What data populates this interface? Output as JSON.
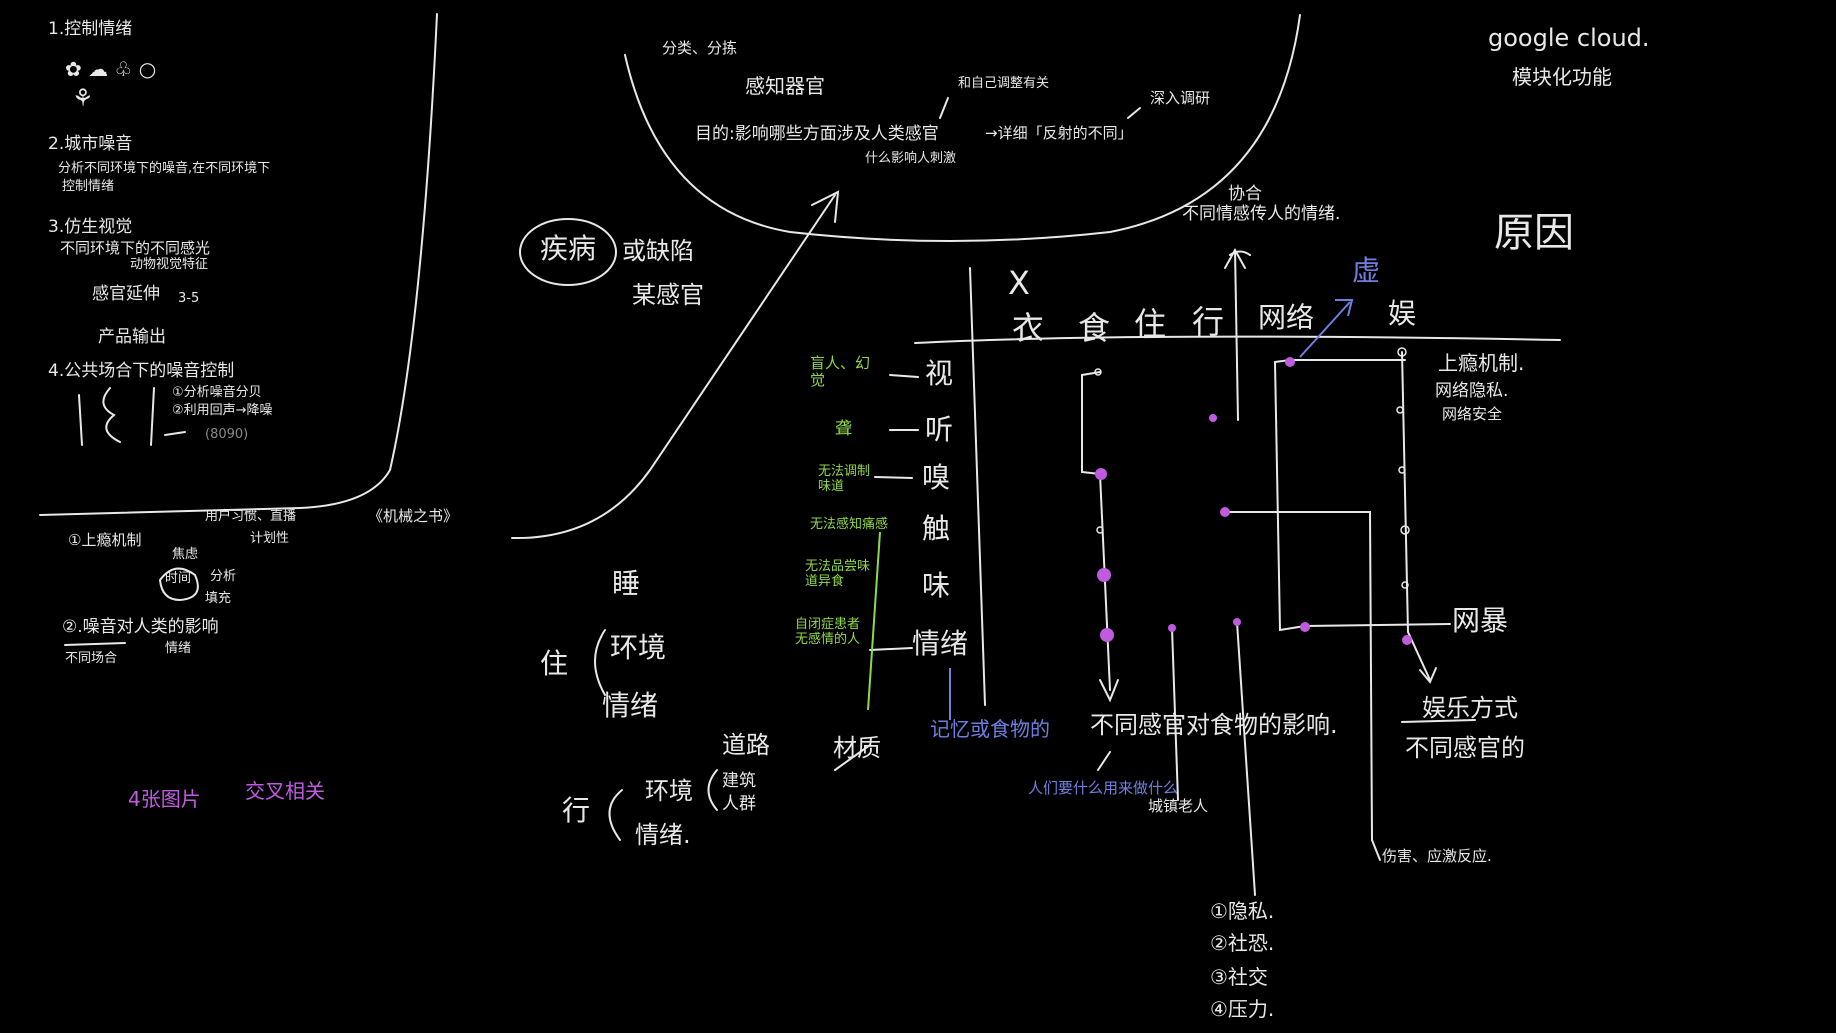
{
  "colors": {
    "background": "#000000",
    "chalk": "#e8e8e8",
    "green": "#8fd84a",
    "blue": "#6f7fe0",
    "purple": "#c05be0"
  },
  "left_panel": {
    "item1": "1.控制情绪",
    "item2": "2.城市噪音",
    "item2_desc_1": "分析不同环境下的噪音,在不同环境下",
    "item2_desc_2": "控制情绪",
    "item3": "3.仿生视觉",
    "item3_desc": "不同环境下的不同感光",
    "item3_sub": "动物视觉特征",
    "item3_delay": "感官延伸",
    "item3_delay_note": "3-5",
    "item3_output": "产品输出",
    "item4": "4.公共场合下的噪音控制",
    "item4_sub1": "①分析噪音分贝",
    "item4_sub2": "②利用回声→降噪",
    "item4_note": "(8090)"
  },
  "bottom_left": {
    "mech": "①上瘾机制",
    "user": "用户习惯、直播",
    "plan": "计划性",
    "anxiety": "焦虑",
    "time": "时间",
    "analyze": "分析",
    "fill": "填充",
    "noise_effect": "②.噪音对人类的影响",
    "diff": "不同场合",
    "emotion": "情绪",
    "book": "《机械之书》"
  },
  "top_arc": {
    "category": "分类、分拣",
    "organ": "感知器官",
    "purpose": "目的:影响哪些方面涉及人类感官",
    "deepen": "→详细「反射的不同」",
    "brain": "和自己调整有关",
    "research": "深入调研",
    "stimulus": "什么影响人刺激"
  },
  "cloud": {
    "line1": "google cloud.",
    "line2": "模块化功能"
  },
  "disease": {
    "circled": "疾病",
    "rest": "或缺陷",
    "line2": "某感官"
  },
  "senses": {
    "cooperate": "协合",
    "diff_spread": "不同情感传人的情绪.",
    "reason": "原因",
    "x_mark": "X",
    "header": [
      "衣",
      "食",
      "住",
      "行",
      "网络",
      "娱"
    ],
    "virtual": "虚",
    "list": [
      "视",
      "听",
      "嗅",
      "触",
      "味",
      "情绪"
    ],
    "green_notes": [
      "盲人、幻觉",
      "聋",
      "无法调制味道",
      "无法感知痛感",
      "无法品尝味道异食",
      "自闭症患者 无感情的人"
    ],
    "material": "材质",
    "mem": "记忆或食物的",
    "food_effect": "不同感官对食物的影响.",
    "what_people": "人们要什么用来做什么",
    "elderly": "城镇老人",
    "addiction": "上瘾机制.",
    "privacy": "网络隐私.",
    "security": "网络安全",
    "violence": "网暴",
    "ent_mode": "娱乐方式",
    "diff_organ": "不同感官的",
    "hurt": "伤害、应激反应.",
    "enum": [
      "①隐私.",
      "②社恐.",
      "③社交",
      "④压力."
    ]
  },
  "middle": {
    "sleep": "睡",
    "live": "住",
    "env": "环境",
    "mood": "情绪",
    "walk": "行",
    "road": "道路",
    "building": "建筑",
    "crowd": "人群",
    "env2": "环境",
    "mood2": "情绪."
  },
  "bottom_purple": {
    "pics": "4张图片",
    "cross": "交叉相关"
  }
}
